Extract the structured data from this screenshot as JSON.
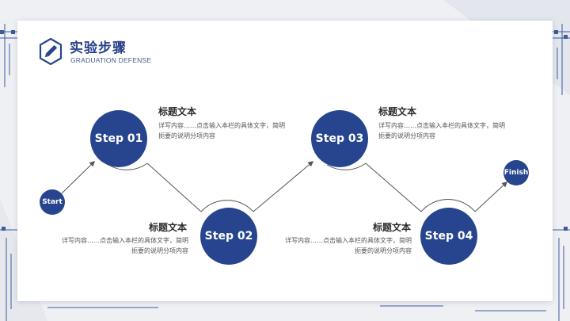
{
  "slide": {
    "title": "实验步骤",
    "subtitle": "GRADUATION DEFENSE"
  },
  "colors": {
    "accent": "#27458f",
    "background": "#eef0f4",
    "card": "#ffffff",
    "connector": "#555555"
  },
  "start": {
    "label": "Start"
  },
  "finish": {
    "label": "Finish"
  },
  "steps": [
    {
      "label": "Step 01",
      "heading": "标题文本",
      "desc": "详写内容……点击输入本栏的具体文字，简明扼要的说明分项内容"
    },
    {
      "label": "Step 02",
      "heading": "标题文本",
      "desc": "详写内容……点击输入本栏的具体文字，简明扼要的说明分项内容"
    },
    {
      "label": "Step 03",
      "heading": "标题文本",
      "desc": "详写内容……点击输入本栏的具体文字，简明扼要的说明分项内容"
    },
    {
      "label": "Step 04",
      "heading": "标题文本",
      "desc": "详写内容……点击输入本栏的具体文字，简明扼要的说明分项内容"
    }
  ]
}
